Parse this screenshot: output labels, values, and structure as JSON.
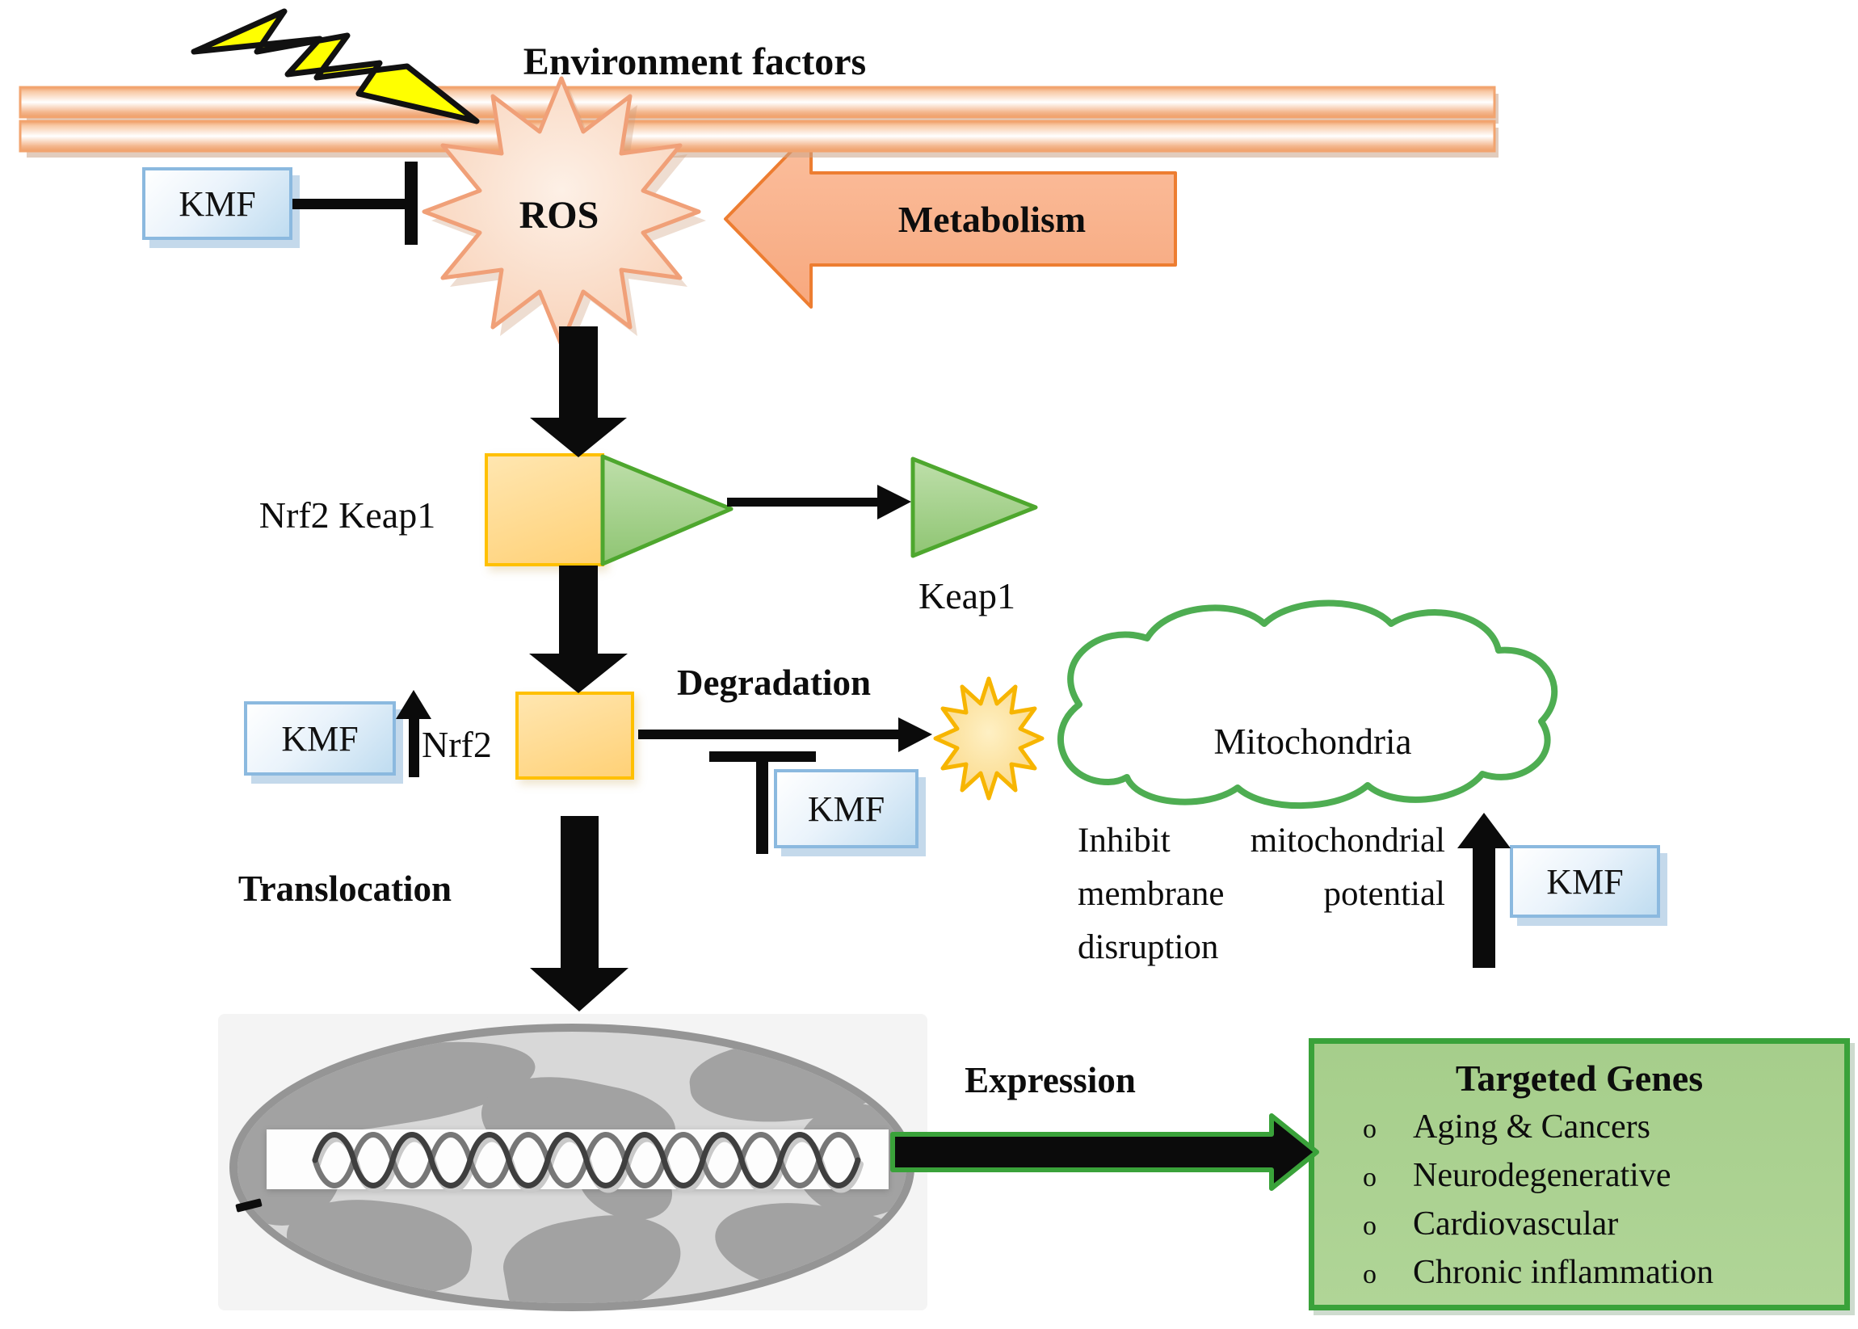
{
  "diagram": {
    "environment_factors": "Environment factors",
    "kmf": "KMF",
    "ros": "ROS",
    "metabolism": "Metabolism",
    "nrf2_keap1": "Nrf2 Keap1",
    "keap1": "Keap1",
    "nrf2": "Nrf2",
    "degradation": "Degradation",
    "translocation": "Translocation",
    "mitochondria": "Mitochondria",
    "inhibit_text": "Inhibit mitochondrial membrane potential disruption",
    "expression": "Expression",
    "targeted_genes": {
      "title": "Targeted Genes",
      "bullet": "o",
      "items": [
        "Aging & Cancers",
        "Neurodegenerative",
        "Cardiovascular",
        "Chronic inflammation"
      ]
    },
    "colors": {
      "membrane_orange": "#F2A46F",
      "kmf_border_blue": "#8BB9DF",
      "kmf_fill_blue": "#BFDCF0",
      "nrf2_square_fill": "#FFD885",
      "nrf2_square_border": "#FFC000",
      "keap1_triangle_fill": "#A9D18E",
      "keap1_triangle_border": "#4EA72E",
      "metabolism_arrow_fill": "#F9B18B",
      "metabolism_arrow_border": "#ED7D31",
      "ros_burst_fill": "#FBE3D3",
      "ros_burst_border": "#F0A078",
      "degraded_star_fill": "#FAD379",
      "degraded_star_border": "#F7B500",
      "mitochondria_cloud_green": "#4EAD52",
      "genes_box_fill": "#A8D08D",
      "genes_box_border": "#3AA23A",
      "lightning_yellow": "#FFFF00",
      "arrow_black": "#0b0b0b"
    }
  }
}
